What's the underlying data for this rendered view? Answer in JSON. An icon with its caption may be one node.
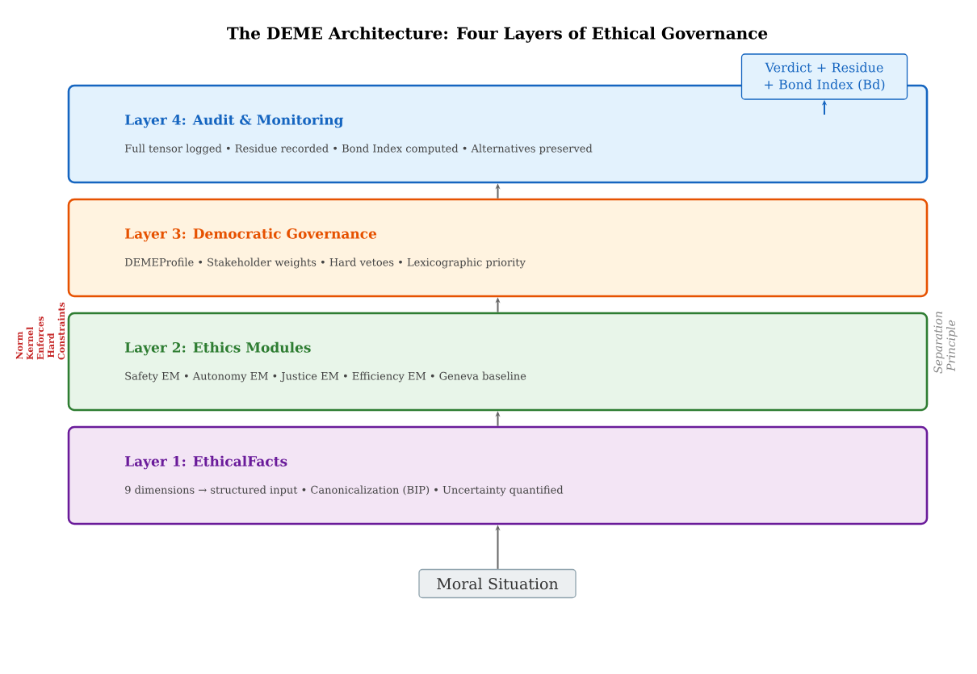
{
  "diagram": {
    "title": "The DEME Architecture: Four Layers of Ethical Governance",
    "nodes": [
      {
        "text": [
          "Layer 4: Audit & Monitoring",
          "Full tensor logged • Residue recorded • Bond Index computed • Alternatives preserved"
        ]
      },
      {
        "text": [
          "Layer 3: Democratic Governance",
          "DEMEProfile • Stakeholder weights • Hard vetoes • Lexicographic priority"
        ]
      },
      {
        "text": [
          "Layer 2: Ethics Modules",
          "Safety EM • Autonomy EM • Justice EM • Efficiency EM • Geneva baseline"
        ]
      },
      {
        "text": [
          "Layer 1: EthicalFacts",
          "9 dimensions → structured input • Canonicalization (BIP) • Uncertainty quantified"
        ]
      },
      {
        "text": [
          "Moral Situation"
        ]
      },
      {
        "text": [
          "Verdict + Residue + Bond Index (Bd)"
        ]
      }
    ],
    "edges": [
      {
        "from": 4,
        "to": 3,
        "arrow": "to"
      },
      {
        "from": 3,
        "to": 2,
        "arrow": "to"
      },
      {
        "from": 2,
        "to": 1,
        "arrow": "to"
      },
      {
        "from": 1,
        "to": 0,
        "arrow": "to"
      },
      {
        "from": 0,
        "to": 5,
        "arrow": "to",
        "color": "#1565c0"
      }
    ],
    "labels": [
      "Norm Kernel Enforces Hard Constraints",
      "Separation Principle"
    ]
  }
}
